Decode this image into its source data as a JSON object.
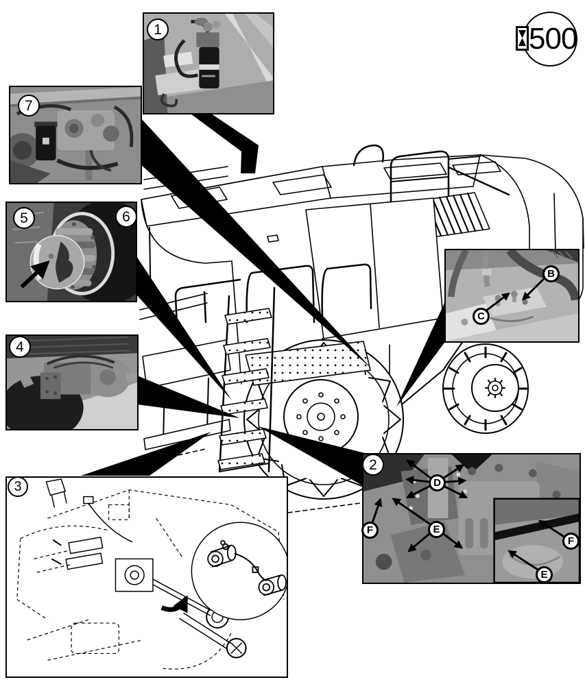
{
  "interval_symbol": {
    "value": "500",
    "icon": "hourglass-icon"
  },
  "callouts": {
    "box1": {
      "number": "1"
    },
    "box2": {
      "number": "2"
    },
    "box3": {
      "number": "3"
    },
    "box4": {
      "number": "4"
    },
    "box56": {
      "left_number": "5",
      "right_number": "6"
    },
    "box7": {
      "number": "7"
    }
  },
  "point_labels": {
    "b": "B",
    "c": "C",
    "d": "D",
    "e": "E",
    "f": "F",
    "inset_f": "F",
    "inset_e": "E"
  },
  "colors": {
    "line": "#000000",
    "page_bg": "#ffffff",
    "photo_gray": "#a0a0a0"
  }
}
